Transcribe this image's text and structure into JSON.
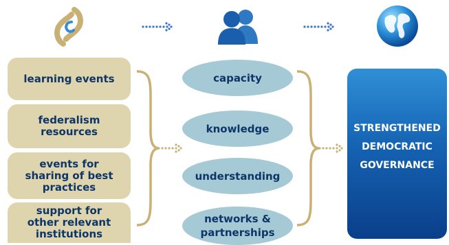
{
  "inputs": [
    {
      "label": "learning events"
    },
    {
      "label": "federalism resources"
    },
    {
      "label": "events for sharing of best practices"
    },
    {
      "label": "support for other relevant institutions"
    }
  ],
  "outcomes": [
    {
      "label": "capacity"
    },
    {
      "label": "knowledge"
    },
    {
      "label": "understanding"
    },
    {
      "label": "networks & partnerships"
    }
  ],
  "result": {
    "line1": "STRENGTHENED",
    "line2": "DEMOCRATIC",
    "line3": "GOVERNANCE"
  },
  "icons": {
    "top_left": "ring-logo-icon",
    "top_middle": "people-icon",
    "top_right": "globe-icon",
    "arrows": "dotted-arrow-icon",
    "braces": "curly-brace-icon"
  },
  "colors": {
    "input_fill": "#ded4ae",
    "outcome_fill": "#a6c9d6",
    "text_navy": "#0d3566",
    "brace_gold": "#c9b074",
    "result_blue": "#1563b3",
    "arrow_blue": "#3a76c4"
  }
}
